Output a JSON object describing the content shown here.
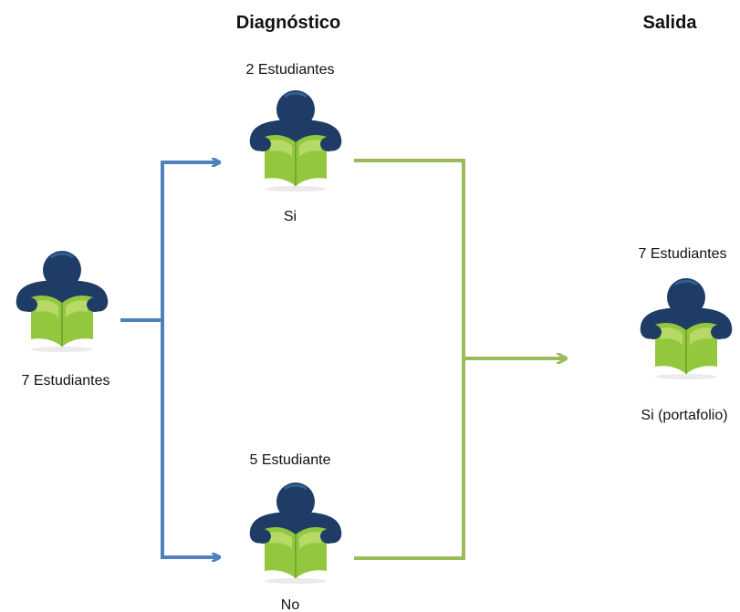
{
  "headers": {
    "diagnostico": "Diagnóstico",
    "salida": "Salida"
  },
  "nodes": {
    "start": {
      "count_label": "7 Estudiantes"
    },
    "si": {
      "count_label": "2 Estudiantes",
      "answer_label": "Si"
    },
    "no": {
      "count_label": "5 Estudiante",
      "answer_label": "No"
    },
    "exit": {
      "count_label": "7 Estudiantes",
      "answer_label": "Si (portafolio)"
    }
  },
  "colors": {
    "blue_arrow": "#4f81bd",
    "green_arrow": "#9bbb59",
    "icon_head": "#1f3c66",
    "icon_book": "#93c83e",
    "icon_book_light": "#c4e07a"
  },
  "icon": "student-reading-book-icon"
}
